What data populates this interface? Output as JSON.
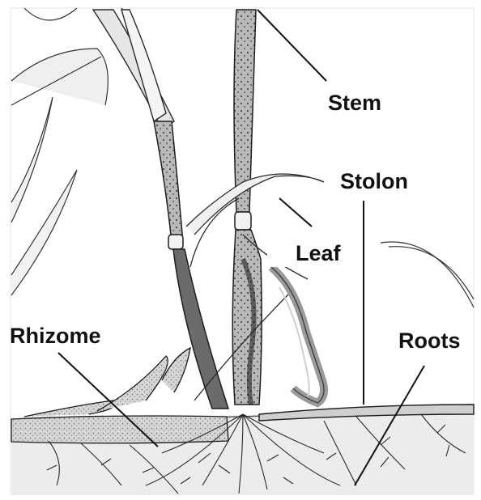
{
  "diagram": {
    "labels": {
      "stem": "Stem",
      "stolon": "Stolon",
      "leaf": "Leaf",
      "rhizome": "Rhizome",
      "roots": "Roots"
    },
    "colors": {
      "ink": "#111111",
      "soil": "#dedede",
      "plant_fill": "#c9c9c9",
      "dark_fill": "#5a5a5a",
      "background": "#ffffff"
    }
  }
}
